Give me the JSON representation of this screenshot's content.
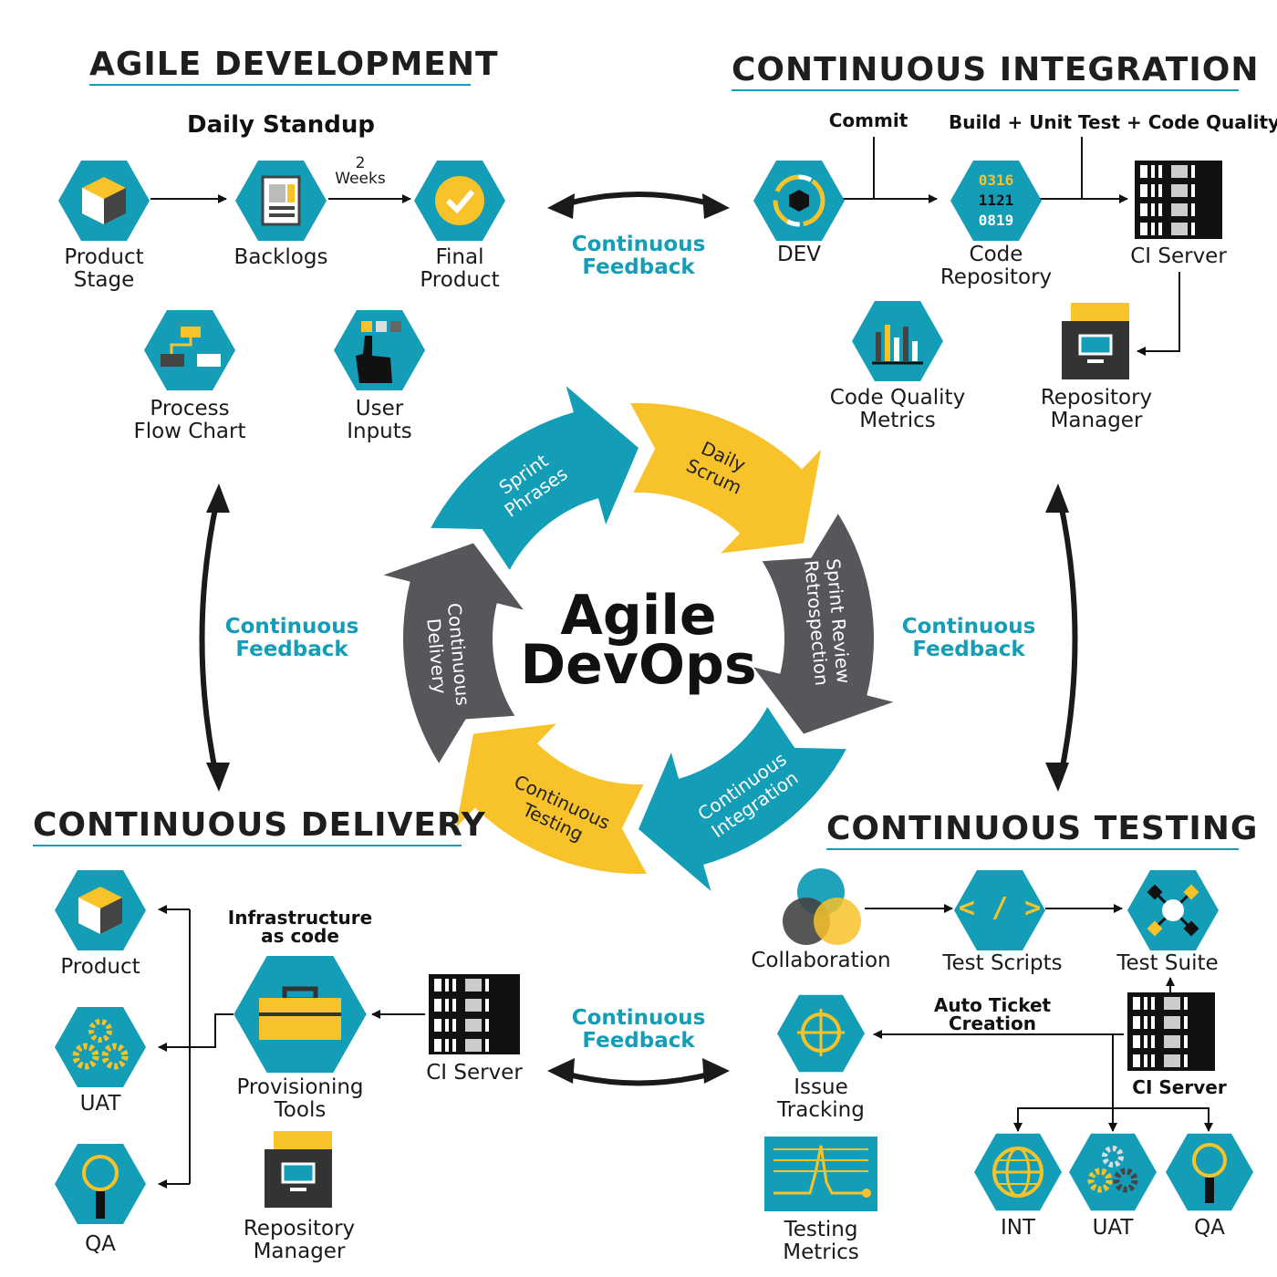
{
  "colors": {
    "teal": "#139db7",
    "yellow": "#f7c22a",
    "dark": "#55575a",
    "black": "#1a1a1a"
  },
  "center": {
    "line1": "Agile",
    "line2": "DevOps"
  },
  "cycle": {
    "daily_scrum": [
      "Daily",
      "Scrum"
    ],
    "sprint_review": [
      "Sprint Review",
      "Retrospection"
    ],
    "continuous_integration": [
      "Continuous",
      "Integration"
    ],
    "continuous_testing": [
      "Continuous",
      "Testing"
    ],
    "continuous_delivery": [
      "Continuous",
      "Delivery"
    ],
    "sprint_phrases": [
      "Sprint",
      "Phrases"
    ]
  },
  "feedback": [
    "Continuous",
    "Feedback"
  ],
  "agile": {
    "title": "AGILE DEVELOPMENT",
    "subtitle": "Daily Standup",
    "weeks": [
      "2",
      "Weeks"
    ],
    "product_stage": [
      "Product",
      "Stage"
    ],
    "backlogs": "Backlogs",
    "final_product": [
      "Final",
      "Product"
    ],
    "process_flow": [
      "Process",
      "Flow Chart"
    ],
    "user_inputs": [
      "User",
      "Inputs"
    ]
  },
  "ci": {
    "title": "CONTINUOUS INTEGRATION",
    "commit": "Commit",
    "build": "Build + Unit Test + Code Quality",
    "dev": "DEV",
    "code_repo": [
      "Code",
      "Repository"
    ],
    "repo_numbers": [
      "0316",
      "1121",
      "0819"
    ],
    "ci_server": "CI Server",
    "code_quality": [
      "Code Quality",
      "Metrics"
    ],
    "repo_manager": [
      "Repository",
      "Manager"
    ]
  },
  "cd": {
    "title": "CONTINUOUS DELIVERY",
    "product": "Product",
    "uat": "UAT",
    "qa": "QA",
    "iac": [
      "Infrastructure",
      "as code"
    ],
    "provisioning": [
      "Provisioning",
      "Tools"
    ],
    "ci_server": "CI Server",
    "repo_manager": [
      "Repository",
      "Manager"
    ]
  },
  "ct": {
    "title": "CONTINUOUS TESTING",
    "collaboration": "Collaboration",
    "test_scripts": "Test Scripts",
    "test_suite": "Test Suite",
    "auto_ticket": [
      "Auto Ticket",
      "Creation"
    ],
    "issue_tracking": [
      "Issue",
      "Tracking"
    ],
    "ci_server": "CI Server",
    "testing_metrics": [
      "Testing",
      "Metrics"
    ],
    "int": "INT",
    "uat": "UAT",
    "qa": "QA",
    "script_glyph": "< / >"
  }
}
